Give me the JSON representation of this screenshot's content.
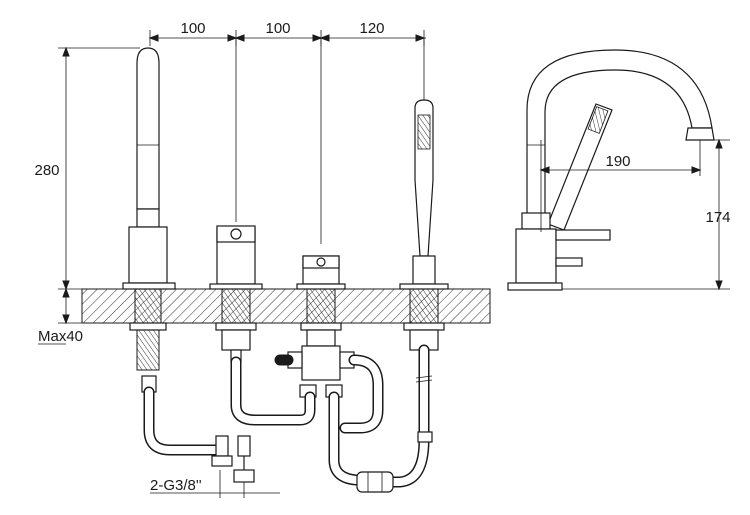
{
  "dimensions": {
    "spacing_1": "100",
    "spacing_2": "100",
    "spacing_3": "120",
    "spout_height": "280",
    "max_deck": "Max40",
    "connection": "2-G3/8''",
    "reach": "190",
    "side_height": "174"
  },
  "icons": [
    "spout-icon",
    "handle-icon",
    "diverter-icon",
    "hand-shower-icon",
    "hose-icon",
    "side-view-icon"
  ]
}
